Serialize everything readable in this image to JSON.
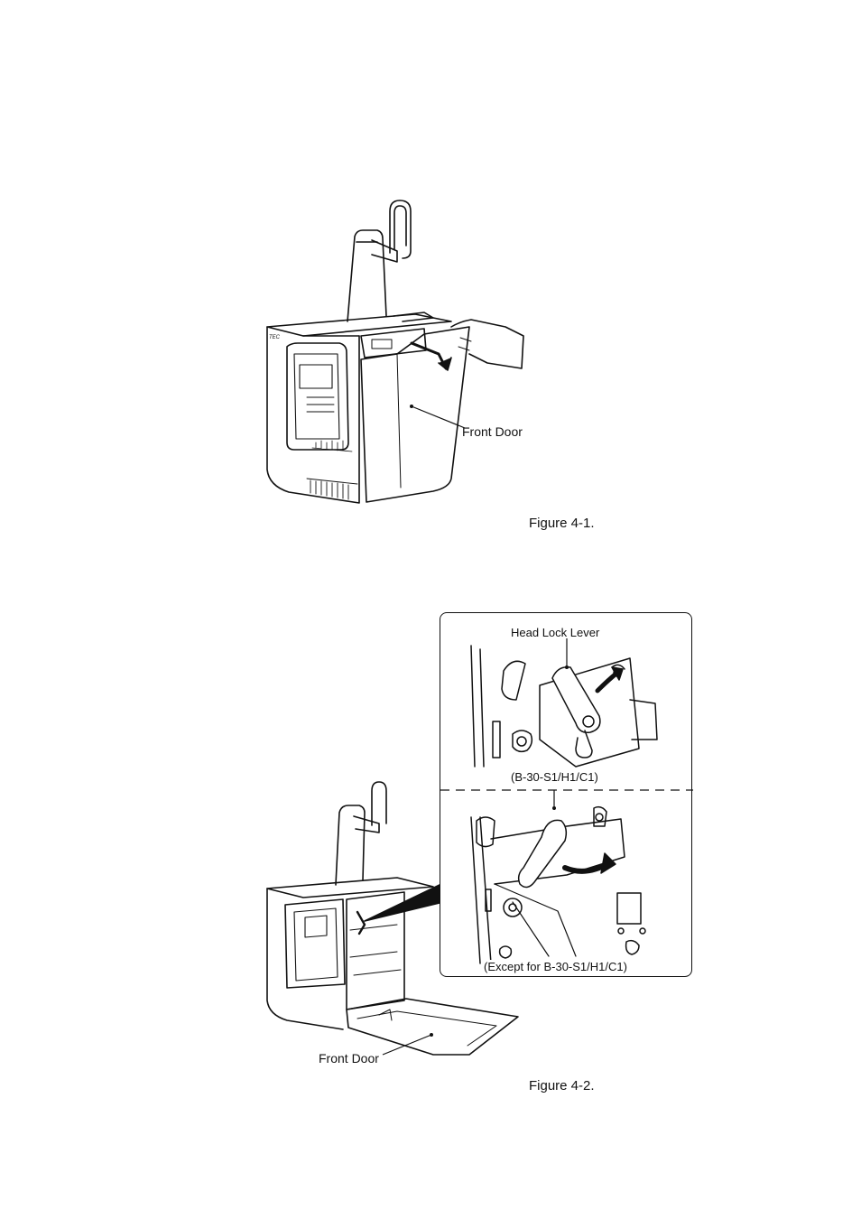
{
  "figure1": {
    "callout_front_door": "Front Door",
    "caption": "Figure 4-1.",
    "logo_text": "TEC"
  },
  "figure2": {
    "callout_head_lock_lever": "Head Lock Lever",
    "model_label_top": "(B-30-S1/H1/C1)",
    "model_label_bottom": "(Except for B-30-S1/H1/C1)",
    "callout_front_door": "Front Door",
    "caption": "Figure 4-2."
  },
  "colors": {
    "ink": "#111111",
    "paper": "#ffffff"
  }
}
